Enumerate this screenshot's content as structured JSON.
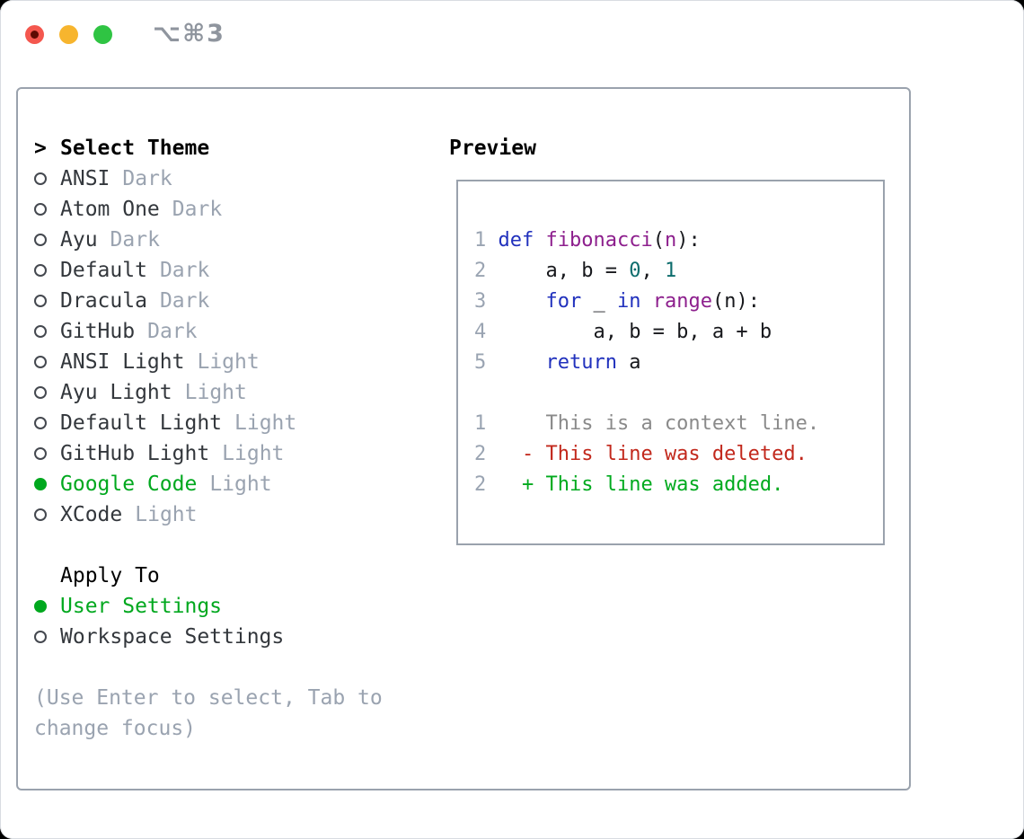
{
  "titlebar": {
    "shortcut": "⌥⌘3"
  },
  "colors": {
    "accent_green": "#00a81e",
    "muted_gray": "#9aa3b0",
    "border_gray": "#9aa2ad",
    "keyword_blue": "#2131bd",
    "function_purple": "#8d1f8d",
    "literal_teal": "#0d6d6d",
    "deleted_red": "#c2281c",
    "added_green": "#00aa1e",
    "traffic_red": "#f4574e",
    "traffic_yellow": "#f7b52e",
    "traffic_green": "#2fc443"
  },
  "theme_panel": {
    "prefix": ">",
    "header": "Select Theme",
    "items": [
      {
        "label": "ANSI",
        "tag": "Dark",
        "selected": false
      },
      {
        "label": "Atom One",
        "tag": "Dark",
        "selected": false
      },
      {
        "label": "Ayu",
        "tag": "Dark",
        "selected": false
      },
      {
        "label": "Default",
        "tag": "Dark",
        "selected": false
      },
      {
        "label": "Dracula",
        "tag": "Dark",
        "selected": false
      },
      {
        "label": "GitHub",
        "tag": "Dark",
        "selected": false
      },
      {
        "label": "ANSI Light",
        "tag": "Light",
        "selected": false
      },
      {
        "label": "Ayu Light",
        "tag": "Light",
        "selected": false
      },
      {
        "label": "Default Light",
        "tag": "Light",
        "selected": false
      },
      {
        "label": "GitHub Light",
        "tag": "Light",
        "selected": false
      },
      {
        "label": "Google Code",
        "tag": "Light",
        "selected": true
      },
      {
        "label": "XCode",
        "tag": "Light",
        "selected": false
      }
    ]
  },
  "apply_panel": {
    "header": "Apply To",
    "options": [
      {
        "label": "User Settings",
        "selected": true
      },
      {
        "label": "Workspace Settings",
        "selected": false
      }
    ]
  },
  "hint": "(Use Enter to select, Tab to change focus)",
  "preview": {
    "header": "Preview",
    "lines": [
      {
        "num": "1",
        "segs": [
          {
            "t": "def",
            "c": "kw"
          },
          {
            "t": " ",
            "c": "pl"
          },
          {
            "t": "fibonacci",
            "c": "fn"
          },
          {
            "t": "(",
            "c": "pl"
          },
          {
            "t": "n",
            "c": "fn"
          },
          {
            "t": "):",
            "c": "pl"
          }
        ]
      },
      {
        "num": "2",
        "segs": [
          {
            "t": "    a, b = ",
            "c": "pl"
          },
          {
            "t": "0",
            "c": "lit"
          },
          {
            "t": ", ",
            "c": "pl"
          },
          {
            "t": "1",
            "c": "lit"
          }
        ]
      },
      {
        "num": "3",
        "segs": [
          {
            "t": "    ",
            "c": "pl"
          },
          {
            "t": "for",
            "c": "kw"
          },
          {
            "t": " _ ",
            "c": "pl"
          },
          {
            "t": "in",
            "c": "kw"
          },
          {
            "t": " ",
            "c": "pl"
          },
          {
            "t": "range",
            "c": "fn"
          },
          {
            "t": "(n):",
            "c": "pl"
          }
        ]
      },
      {
        "num": "4",
        "segs": [
          {
            "t": "        a, b = b, a + b",
            "c": "pl"
          }
        ]
      },
      {
        "num": "5",
        "segs": [
          {
            "t": "    ",
            "c": "pl"
          },
          {
            "t": "return",
            "c": "kw"
          },
          {
            "t": " a",
            "c": "pl"
          }
        ]
      },
      {
        "num": "",
        "segs": []
      },
      {
        "num": "1",
        "segs": [
          {
            "t": "    This is a context line.",
            "c": "ctx"
          }
        ]
      },
      {
        "num": "2",
        "segs": [
          {
            "t": "  - This line was deleted.",
            "c": "del"
          }
        ]
      },
      {
        "num": "2",
        "segs": [
          {
            "t": "  + This line was added.",
            "c": "add"
          }
        ]
      }
    ]
  }
}
